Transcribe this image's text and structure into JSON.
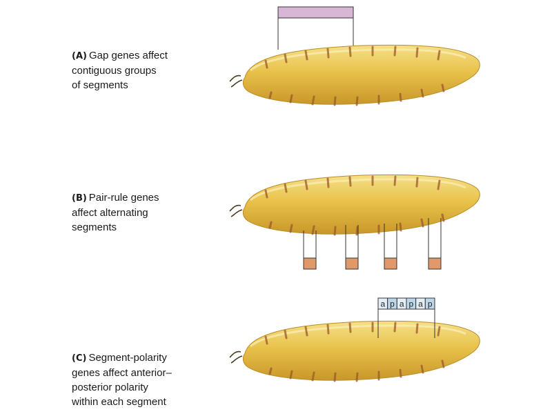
{
  "panels": [
    {
      "letter": "(A)",
      "lines": [
        "Gap genes affect",
        "contiguous groups",
        "of segments"
      ],
      "marker_color": "#d8b6d6"
    },
    {
      "letter": "(B)",
      "lines": [
        "Pair-rule genes",
        "affect alternating",
        "segments"
      ],
      "marker_color": "#e09a6a"
    },
    {
      "letter": "(C)",
      "lines": [
        "Segment-polarity",
        "genes affect anterior–",
        "posterior polarity",
        "within each segment"
      ],
      "marker_color": "#bcd6ea"
    }
  ],
  "polarity_cells": [
    "a",
    "p",
    "a",
    "p",
    "a",
    "p"
  ],
  "colors": {
    "larva_body": "#e8c24a",
    "larva_highlight": "#f6e08a",
    "larva_shadow": "#c9972a",
    "segment_band": "#9a5a2a",
    "outline": "#333333"
  }
}
